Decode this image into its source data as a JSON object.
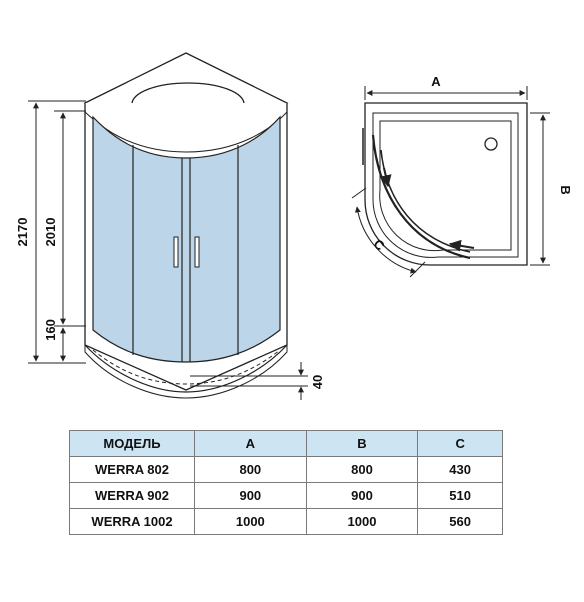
{
  "front_view": {
    "dim_total_height": "2170",
    "dim_cabin_height": "2010",
    "dim_tray_height": "160",
    "dim_step": "40"
  },
  "plan_view": {
    "dim_a": "A",
    "dim_b": "B",
    "dim_c": "C"
  },
  "table": {
    "headers": [
      "МОДЕЛЬ",
      "A",
      "B",
      "C"
    ],
    "rows": [
      [
        "WERRA 802",
        "800",
        "800",
        "430"
      ],
      [
        "WERRA 902",
        "900",
        "900",
        "510"
      ],
      [
        "WERRA 1002",
        "1000",
        "1000",
        "560"
      ]
    ]
  },
  "colors": {
    "glass": "#bcd5e8",
    "header_bg": "#cde4f2",
    "line": "#222222"
  }
}
